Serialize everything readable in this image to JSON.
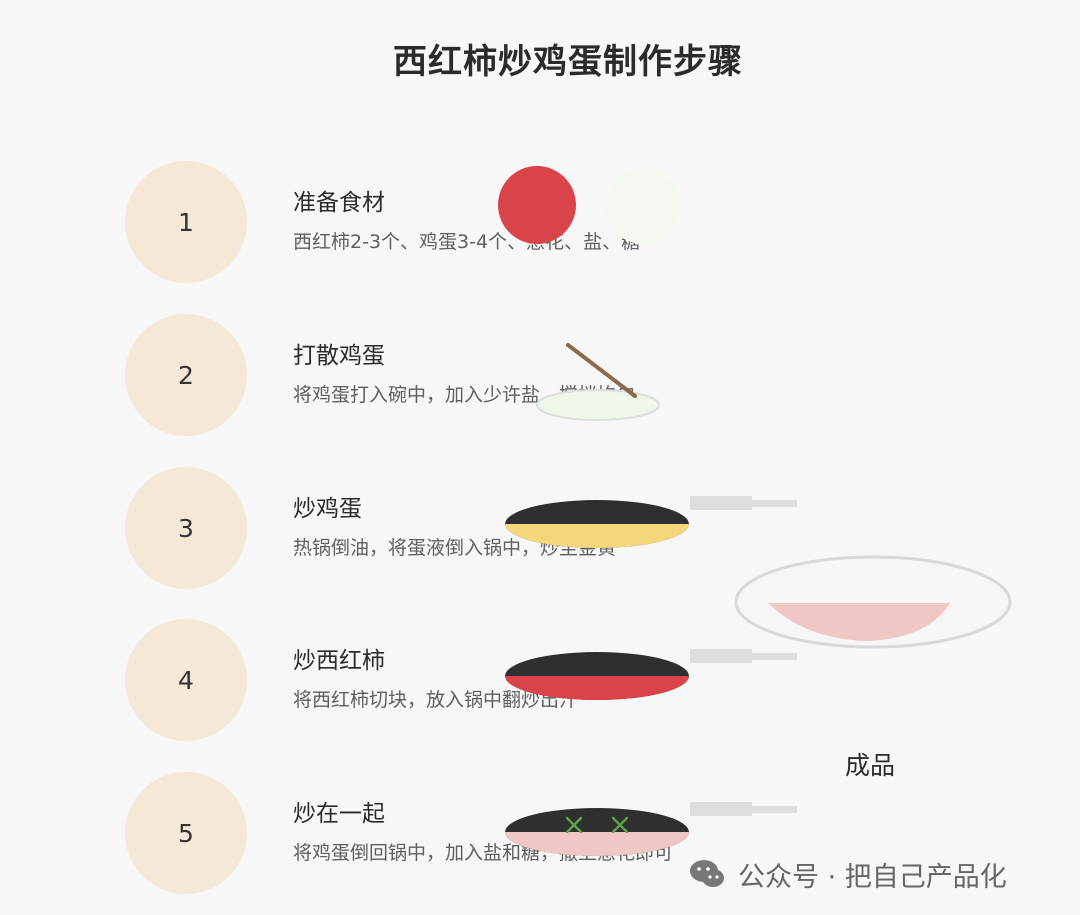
{
  "page": {
    "title": "西红柿炒鸡蛋制作步骤"
  },
  "steps": [
    {
      "number": "1",
      "title": "准备食材",
      "description": "西红柿2-3个、鸡蛋3-4个、葱花、盐、糖"
    },
    {
      "number": "2",
      "title": "打散鸡蛋",
      "description": "将鸡蛋打入碗中，加入少许盐，搅拌均匀"
    },
    {
      "number": "3",
      "title": "炒鸡蛋",
      "description": "热锅倒油，将蛋液倒入锅中，炒至金黄"
    },
    {
      "number": "4",
      "title": "炒西红柿",
      "description": "将西红柿切块，放入锅中翻炒出汁"
    },
    {
      "number": "5",
      "title": "炒在一起",
      "description": "将鸡蛋倒回锅中，加入盐和糖，撒上葱花即可"
    }
  ],
  "final_dish": {
    "label": "成品"
  },
  "watermark": {
    "text": "公众号 · 把自己产品化",
    "icon": "wechat-icon"
  },
  "colors": {
    "background": "#f7f7f7",
    "step_circle": "#f5e8d6",
    "tomato": "#d9444a",
    "egg": "#f4d77a",
    "pan": "#2f2f2f",
    "herb": "#5aa34a"
  }
}
